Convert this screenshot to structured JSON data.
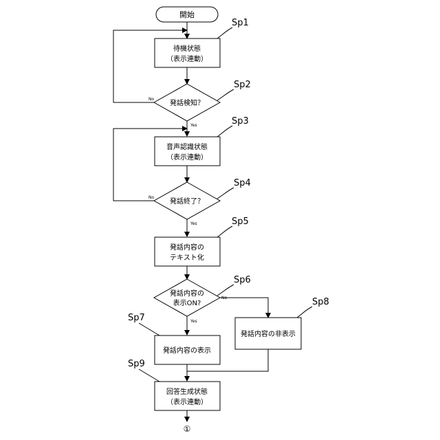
{
  "nodes": {
    "start": {
      "label": "開始"
    },
    "sp1_box": {
      "line1": "待機状態",
      "line2": "（表示連動）"
    },
    "sp2_decision": {
      "label": "発話検知？"
    },
    "sp3_box": {
      "line1": "音声認識状態",
      "line2": "（表示連動）"
    },
    "sp4_decision": {
      "label": "発話終了？"
    },
    "sp5_box": {
      "line1": "発話内容の",
      "line2": "テキスト化"
    },
    "sp6_decision": {
      "line1": "発話内容の",
      "line2": "表示ON?"
    },
    "sp7_box": {
      "label": "発話内容の表示"
    },
    "sp8_box": {
      "label": "発話内容の非表示"
    },
    "sp9_box": {
      "line1": "回答生成状態",
      "line2": "（表示連動）"
    },
    "connector": {
      "label": "①"
    }
  },
  "step_labels": {
    "sp1": "Sp1",
    "sp2": "Sp2",
    "sp3": "Sp3",
    "sp4": "Sp4",
    "sp5": "Sp5",
    "sp6": "Sp6",
    "sp7": "Sp7",
    "sp8": "Sp8",
    "sp9": "Sp9"
  },
  "edge_labels": {
    "sp2_no": "No",
    "sp2_yes": "Yes",
    "sp4_no": "No",
    "sp4_yes": "Yes",
    "sp6_no": "No",
    "sp6_yes": "Yes"
  }
}
